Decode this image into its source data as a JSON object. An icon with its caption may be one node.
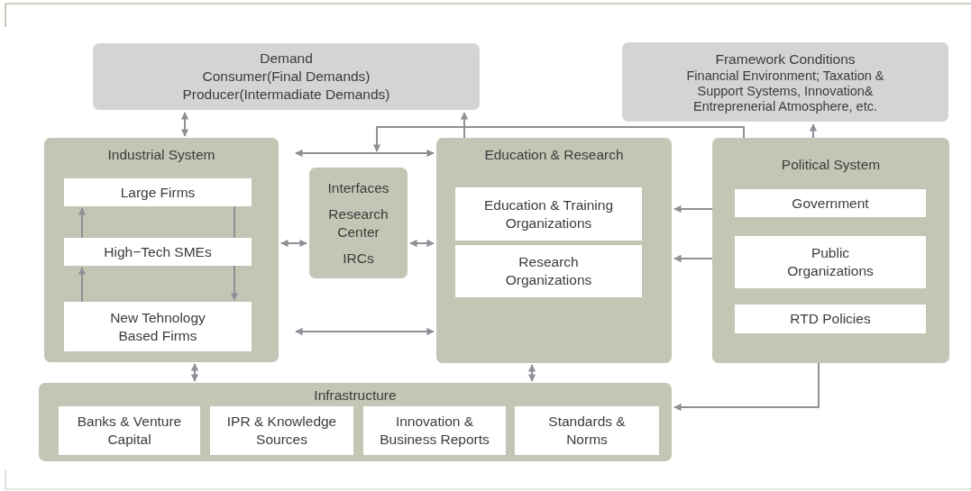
{
  "diagram": {
    "nodes": [
      {
        "text": [
          "Demand",
          "Consumer(Final Demands)",
          "Producer(Intermadiate Demands)"
        ]
      },
      {
        "text": [
          "Framework Conditions",
          "Financial Environment; Taxation & Support Systems, Innovation& Entreprenerial Atmosphere, etc."
        ]
      },
      {
        "text": [
          "Industrial System"
        ]
      },
      {
        "text": [
          "Large Firms"
        ],
        "in": 2
      },
      {
        "text": [
          "High−Tech SMEs"
        ],
        "in": 2
      },
      {
        "text": [
          "New Tehnology Based Firms"
        ],
        "in": 2
      },
      {
        "text": [
          "Interfaces",
          "Research Center",
          "IRCs"
        ]
      },
      {
        "text": [
          "Education & Research"
        ]
      },
      {
        "text": [
          "Education & Training Organizations"
        ],
        "in": 7
      },
      {
        "text": [
          "Research Organizations"
        ],
        "in": 7
      },
      {
        "text": [
          "Political System"
        ]
      },
      {
        "text": [
          "Government"
        ],
        "in": 10
      },
      {
        "text": [
          "Public Organizations"
        ],
        "in": 10
      },
      {
        "text": [
          "RTD Policies"
        ],
        "in": 10
      },
      {
        "text": [
          "Infrastructure"
        ]
      },
      {
        "text": [
          "Banks & Venture Capital"
        ],
        "in": 14
      },
      {
        "text": [
          "IPR & Knowledge Sources"
        ],
        "in": 14
      },
      {
        "text": [
          "Innovation & Business Reports"
        ],
        "in": 14
      },
      {
        "text": [
          "Standards & Norms"
        ],
        "in": 14
      }
    ],
    "edges": [
      {
        "from": 0,
        "to": 2,
        "arrow": "both"
      },
      {
        "from": 7,
        "to": 0,
        "arrow": "to"
      },
      {
        "from": 2,
        "to": 7,
        "arrow": "both"
      },
      {
        "from": 10,
        "to": 6,
        "arrow": "to"
      },
      {
        "from": 10,
        "to": 1,
        "arrow": "to"
      },
      {
        "from": 2,
        "to": 6,
        "arrow": "both"
      },
      {
        "from": 6,
        "to": 7,
        "arrow": "both"
      },
      {
        "from": 4,
        "to": 3,
        "arrow": "to"
      },
      {
        "from": 3,
        "to": 4,
        "arrow": "none"
      },
      {
        "from": 5,
        "to": 4,
        "arrow": "to"
      },
      {
        "from": 2,
        "to": 7,
        "arrow": "both"
      },
      {
        "from": 10,
        "to": 7,
        "arrow": "to"
      },
      {
        "from": 10,
        "to": 7,
        "arrow": "to"
      },
      {
        "from": 2,
        "to": 14,
        "arrow": "both"
      },
      {
        "from": 7,
        "to": 14,
        "arrow": "both"
      },
      {
        "from": 10,
        "to": 14,
        "arrow": "to"
      },
      {
        "from": 4,
        "to": 5,
        "arrow": "to"
      }
    ]
  }
}
